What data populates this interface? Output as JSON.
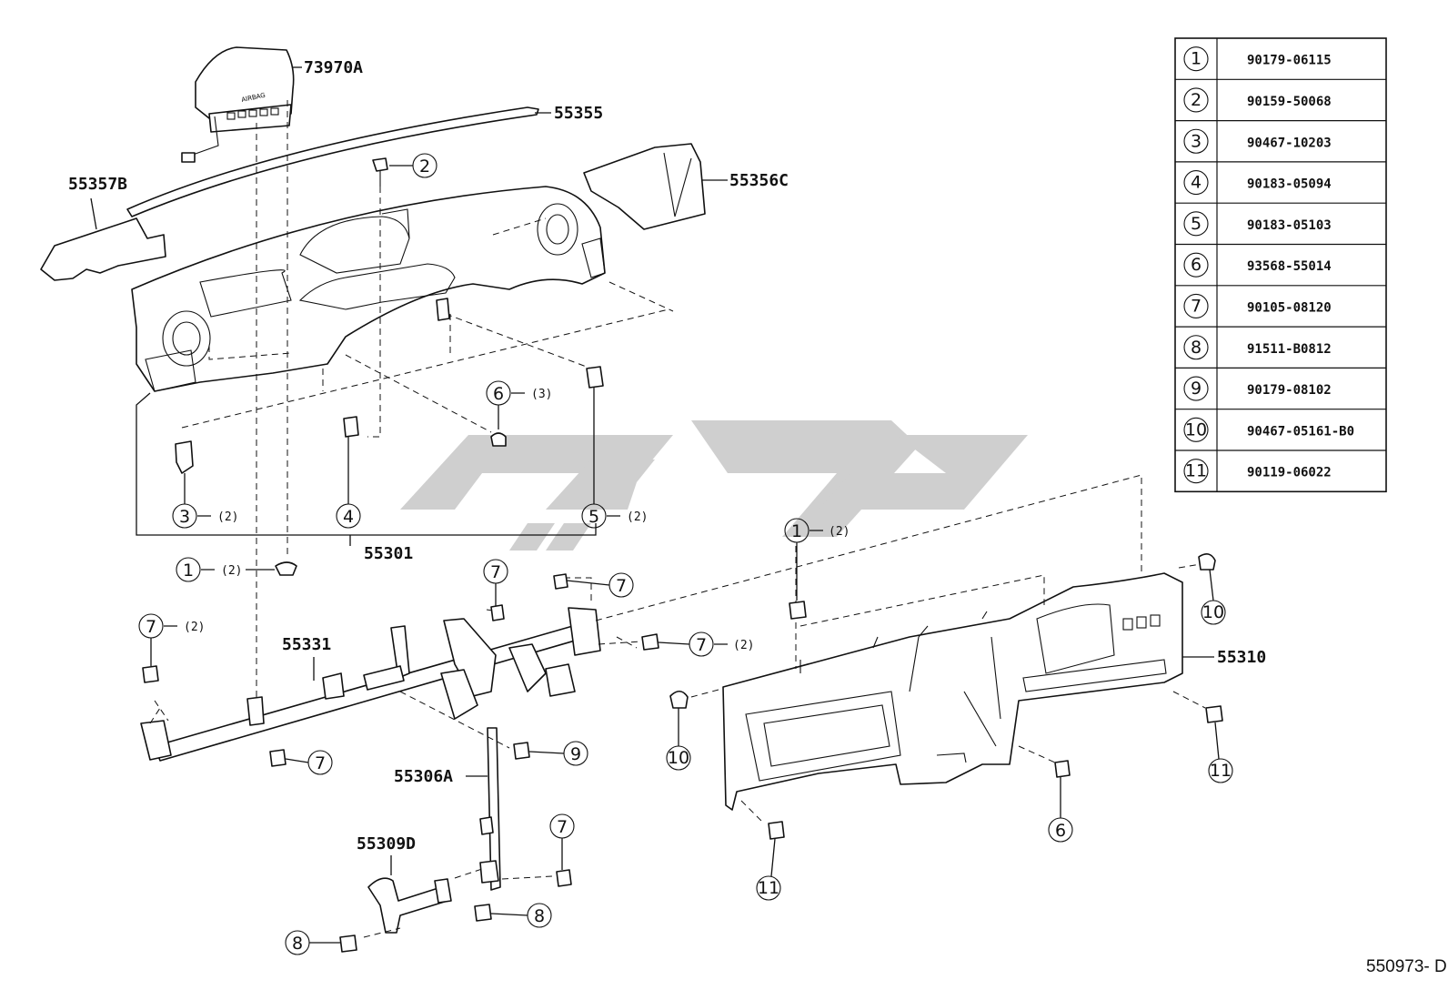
{
  "labels": {
    "airbag": "73970A",
    "defroster_strip": "55355",
    "left_pad": "55357B",
    "right_pad": "55356C",
    "panel_assy": "55301",
    "reinforcement": "55331",
    "brace": "55306A",
    "bracket": "55309D",
    "safety_pad": "55310",
    "airbag_text": "AIRBAG"
  },
  "quantities": {
    "q6": "(3)",
    "q3": "(2)",
    "q5": "(2)",
    "q1_left": "(2)",
    "q1_right": "(2)",
    "q7_left": "(2)",
    "q7_mid": "(2)"
  },
  "callouts": [
    "1",
    "2",
    "3",
    "4",
    "5",
    "6",
    "7",
    "8",
    "9",
    "10",
    "11"
  ],
  "legend": [
    {
      "num": "1",
      "part": "90179-06115"
    },
    {
      "num": "2",
      "part": "90159-50068"
    },
    {
      "num": "3",
      "part": "90467-10203"
    },
    {
      "num": "4",
      "part": "90183-05094"
    },
    {
      "num": "5",
      "part": "90183-05103"
    },
    {
      "num": "6",
      "part": "93568-55014"
    },
    {
      "num": "7",
      "part": "90105-08120"
    },
    {
      "num": "8",
      "part": "91511-B0812"
    },
    {
      "num": "9",
      "part": "90179-08102"
    },
    {
      "num": "10",
      "part": "90467-05161-B0"
    },
    {
      "num": "11",
      "part": "90119-06022"
    }
  ],
  "diagram_code": "550973- D",
  "watermark_color": "#cfcfcf"
}
